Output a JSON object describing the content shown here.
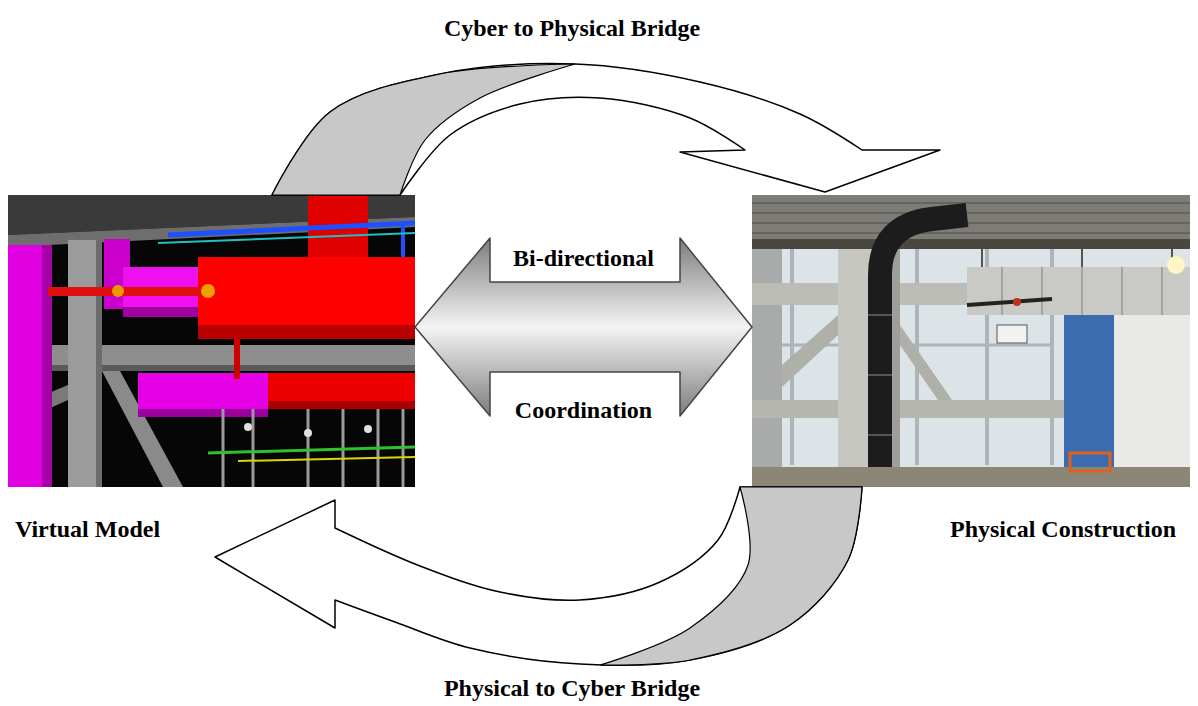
{
  "diagram": {
    "nodes": [
      {
        "text": [
          "Virtual Model"
        ]
      },
      {
        "text": [
          "Physical Construction"
        ]
      }
    ],
    "edges": [
      {
        "from": 0,
        "to": 1,
        "arrow": "to",
        "label": "Cyber to Physical Bridge"
      },
      {
        "from": 0,
        "to": 1,
        "arrow": "both",
        "label": "Bi-directional Coordination"
      },
      {
        "from": 1,
        "to": 0,
        "arrow": "to",
        "label": "Physical to Cyber Bridge"
      }
    ]
  }
}
